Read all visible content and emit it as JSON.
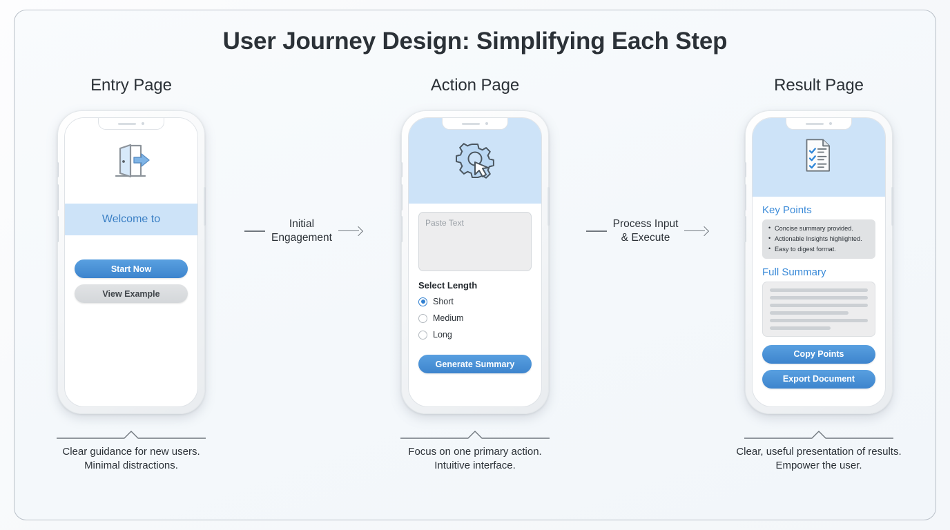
{
  "title": "User Journey Design: Simplifying Each Step",
  "steps": [
    {
      "heading": "Entry Page",
      "icon": "open-door-exit-icon",
      "banner_text": "Welcome to",
      "primary_button": "Start Now",
      "secondary_button": "View Example",
      "caption": "Clear guidance for new users.\nMinimal distractions."
    },
    {
      "heading": "Action Page",
      "icon": "gear-cursor-icon",
      "textarea_placeholder": "Paste Text",
      "field_label": "Select Length",
      "options": [
        {
          "label": "Short",
          "selected": true
        },
        {
          "label": "Medium",
          "selected": false
        },
        {
          "label": "Long",
          "selected": false
        }
      ],
      "primary_button": "Generate Summary",
      "caption": "Focus on one primary action.\nIntuitive interface."
    },
    {
      "heading": "Result Page",
      "icon": "document-checklist-icon",
      "key_points_heading": "Key Points",
      "key_points": [
        "Concise summary provided.",
        "Actionable Insights highlighted.",
        "Easy to digest format."
      ],
      "full_summary_heading": "Full Summary",
      "summary_line_widths": [
        100,
        100,
        100,
        80,
        100,
        62
      ],
      "primary_button": "Copy Points",
      "secondary_button": "Export Document",
      "caption": "Clear, useful presentation of results.\nEmpower the user."
    }
  ],
  "connectors": [
    {
      "label": "Initial\nEngagement"
    },
    {
      "label": "Process Input\n& Execute"
    }
  ],
  "colors": {
    "accent_blue": "#3d84cd",
    "light_blue": "#cde3f8",
    "heading_blue": "#3a8ad8",
    "text_dark": "#2b3137",
    "panel_gray": "#e0e2e4",
    "page_bg": "#f4f7fa"
  }
}
